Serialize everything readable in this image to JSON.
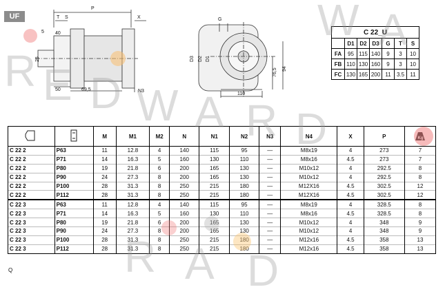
{
  "badge": "UF",
  "drawing_labels": {
    "P": "P",
    "X": "X",
    "T": "T",
    "S": "S",
    "G": "G",
    "N3": "N3",
    "d40": "40",
    "d5": "5",
    "d50": "50",
    "d695": "69,5",
    "d25": "25",
    "D1": "D1",
    "D2": "D2",
    "D3": "D3",
    "d765": "76,5",
    "d94": "94",
    "d110": "110"
  },
  "dim_table": {
    "title": "C 22_U",
    "headers": [
      "D1",
      "D2",
      "D3",
      "G",
      "T",
      "S"
    ],
    "rows": [
      {
        "label": "FA",
        "values": [
          "95",
          "115",
          "140",
          "9",
          "3",
          "10"
        ]
      },
      {
        "label": "FB",
        "values": [
          "110",
          "130",
          "160",
          "9",
          "3",
          "10"
        ]
      },
      {
        "label": "FC",
        "values": [
          "130",
          "165",
          "200",
          "11",
          "3.5",
          "11"
        ]
      }
    ]
  },
  "main_table": {
    "headers": [
      "",
      "",
      "M",
      "M1",
      "M2",
      "N",
      "N1",
      "N2",
      "N3",
      "N4",
      "X",
      "P",
      "Kg"
    ],
    "rows": [
      [
        "C 22 2",
        "P63",
        "11",
        "12.8",
        "4",
        "140",
        "115",
        "95",
        "—",
        "M8x19",
        "4",
        "273",
        "7"
      ],
      [
        "C 22 2",
        "P71",
        "14",
        "16.3",
        "5",
        "160",
        "130",
        "110",
        "—",
        "M8x16",
        "4.5",
        "273",
        "7"
      ],
      [
        "C 22 2",
        "P80",
        "19",
        "21.8",
        "6",
        "200",
        "165",
        "130",
        "—",
        "M10x12",
        "4",
        "292.5",
        "8"
      ],
      [
        "C 22 2",
        "P90",
        "24",
        "27.3",
        "8",
        "200",
        "165",
        "130",
        "—",
        "M10x12",
        "4",
        "292.5",
        "8"
      ],
      [
        "C 22 2",
        "P100",
        "28",
        "31.3",
        "8",
        "250",
        "215",
        "180",
        "—",
        "M12X16",
        "4.5",
        "302.5",
        "12"
      ],
      [
        "C 22 2",
        "P112",
        "28",
        "31.3",
        "8",
        "250",
        "215",
        "180",
        "—",
        "M12X16",
        "4.5",
        "302.5",
        "12"
      ],
      [
        "C 22 3",
        "P63",
        "11",
        "12.8",
        "4",
        "140",
        "115",
        "95",
        "—",
        "M8x19",
        "4",
        "328.5",
        "8"
      ],
      [
        "C 22 3",
        "P71",
        "14",
        "16.3",
        "5",
        "160",
        "130",
        "110",
        "—",
        "M8x16",
        "4.5",
        "328.5",
        "8"
      ],
      [
        "C 22 3",
        "P80",
        "19",
        "21.8",
        "6",
        "200",
        "165",
        "130",
        "—",
        "M10x12",
        "4",
        "348",
        "9"
      ],
      [
        "C 22 3",
        "P90",
        "24",
        "27.3",
        "8",
        "200",
        "165",
        "130",
        "—",
        "M10x12",
        "4",
        "348",
        "9"
      ],
      [
        "C 22 3",
        "P100",
        "28",
        "31.3",
        "8",
        "250",
        "215",
        "180",
        "—",
        "M12x16",
        "4.5",
        "358",
        "13"
      ],
      [
        "C 22 3",
        "P112",
        "28",
        "31.3",
        "8",
        "250",
        "215",
        "180",
        "—",
        "M12x16",
        "4.5",
        "358",
        "13"
      ]
    ]
  },
  "watermark": [
    "R",
    "E",
    "D",
    "W",
    "A",
    "R",
    "D",
    "W",
    "A",
    "R",
    "A",
    "D"
  ],
  "footer": "Q"
}
